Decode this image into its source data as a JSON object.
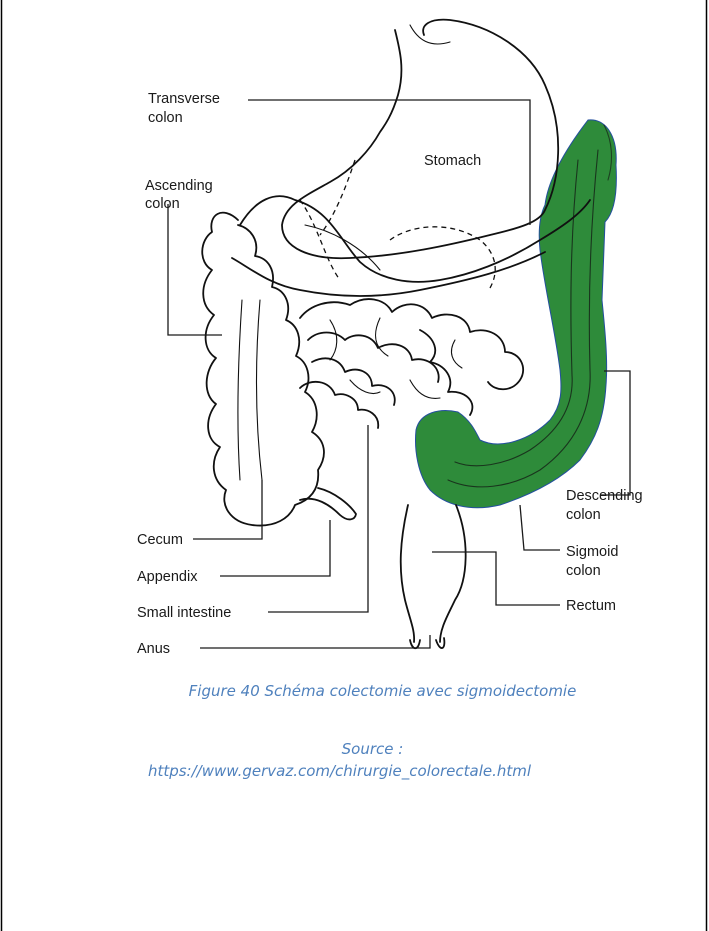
{
  "diagram": {
    "labels": {
      "transverse_colon": [
        "Transverse",
        "colon"
      ],
      "stomach": "Stomach",
      "ascending_colon": [
        "Ascending",
        "colon"
      ],
      "descending_colon": [
        "Descending",
        "colon"
      ],
      "sigmoid_colon": [
        "Sigmoid",
        "colon"
      ],
      "rectum": "Rectum",
      "cecum": "Cecum",
      "appendix": "Appendix",
      "small_intestine": "Small intestine",
      "anus": "Anus"
    },
    "highlight_color": "#2e8b3a"
  },
  "caption": {
    "figure": "Figure 40 Schéma colectomie avec sigmoidectomie",
    "source_label": "Source :",
    "source_url": "https://www.gervaz.com/chirurgie_colorectale.html"
  },
  "colors": {
    "caption_text": "#4f81bd",
    "border": "#000000"
  }
}
